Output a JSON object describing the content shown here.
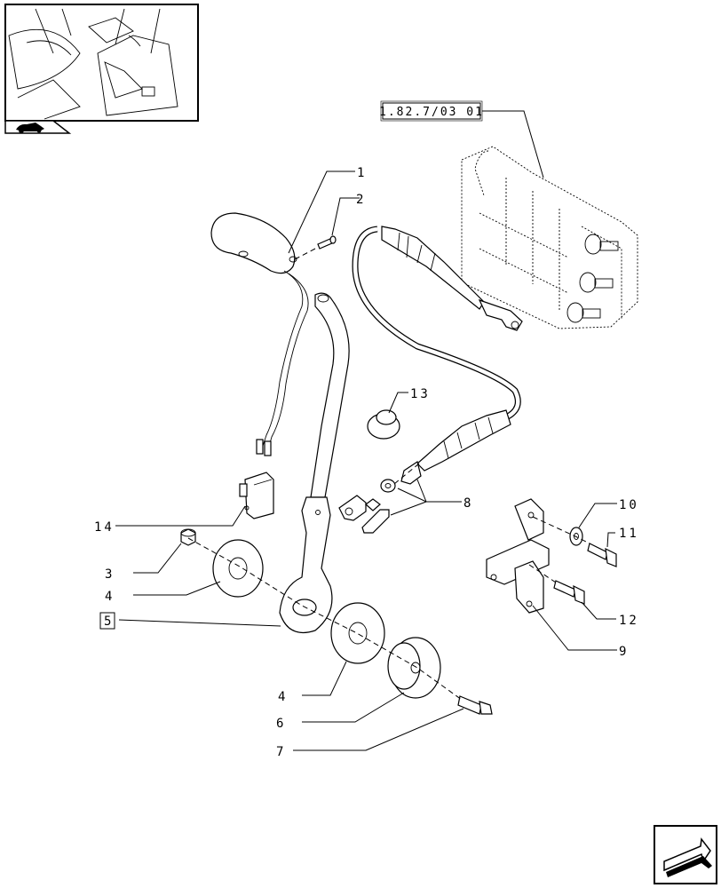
{
  "reference_box": "1.82.7/03 01",
  "callouts": [
    {
      "id": "1",
      "text": "1"
    },
    {
      "id": "2",
      "text": "2"
    },
    {
      "id": "3",
      "text": "3"
    },
    {
      "id": "4a",
      "text": "4"
    },
    {
      "id": "5",
      "text": "5"
    },
    {
      "id": "4b",
      "text": "4"
    },
    {
      "id": "6",
      "text": "6"
    },
    {
      "id": "7",
      "text": "7"
    },
    {
      "id": "8",
      "text": "8"
    },
    {
      "id": "9",
      "text": "9"
    },
    {
      "id": "10",
      "text": "10"
    },
    {
      "id": "11",
      "text": "11"
    },
    {
      "id": "12",
      "text": "12"
    },
    {
      "id": "13",
      "text": "13"
    },
    {
      "id": "14",
      "text": "14"
    }
  ],
  "icons": {
    "thumbnail": "tractor-cab-thumbnail",
    "badge": "tractor-silhouette-icon",
    "nav": "next-page-arrow-icon"
  }
}
